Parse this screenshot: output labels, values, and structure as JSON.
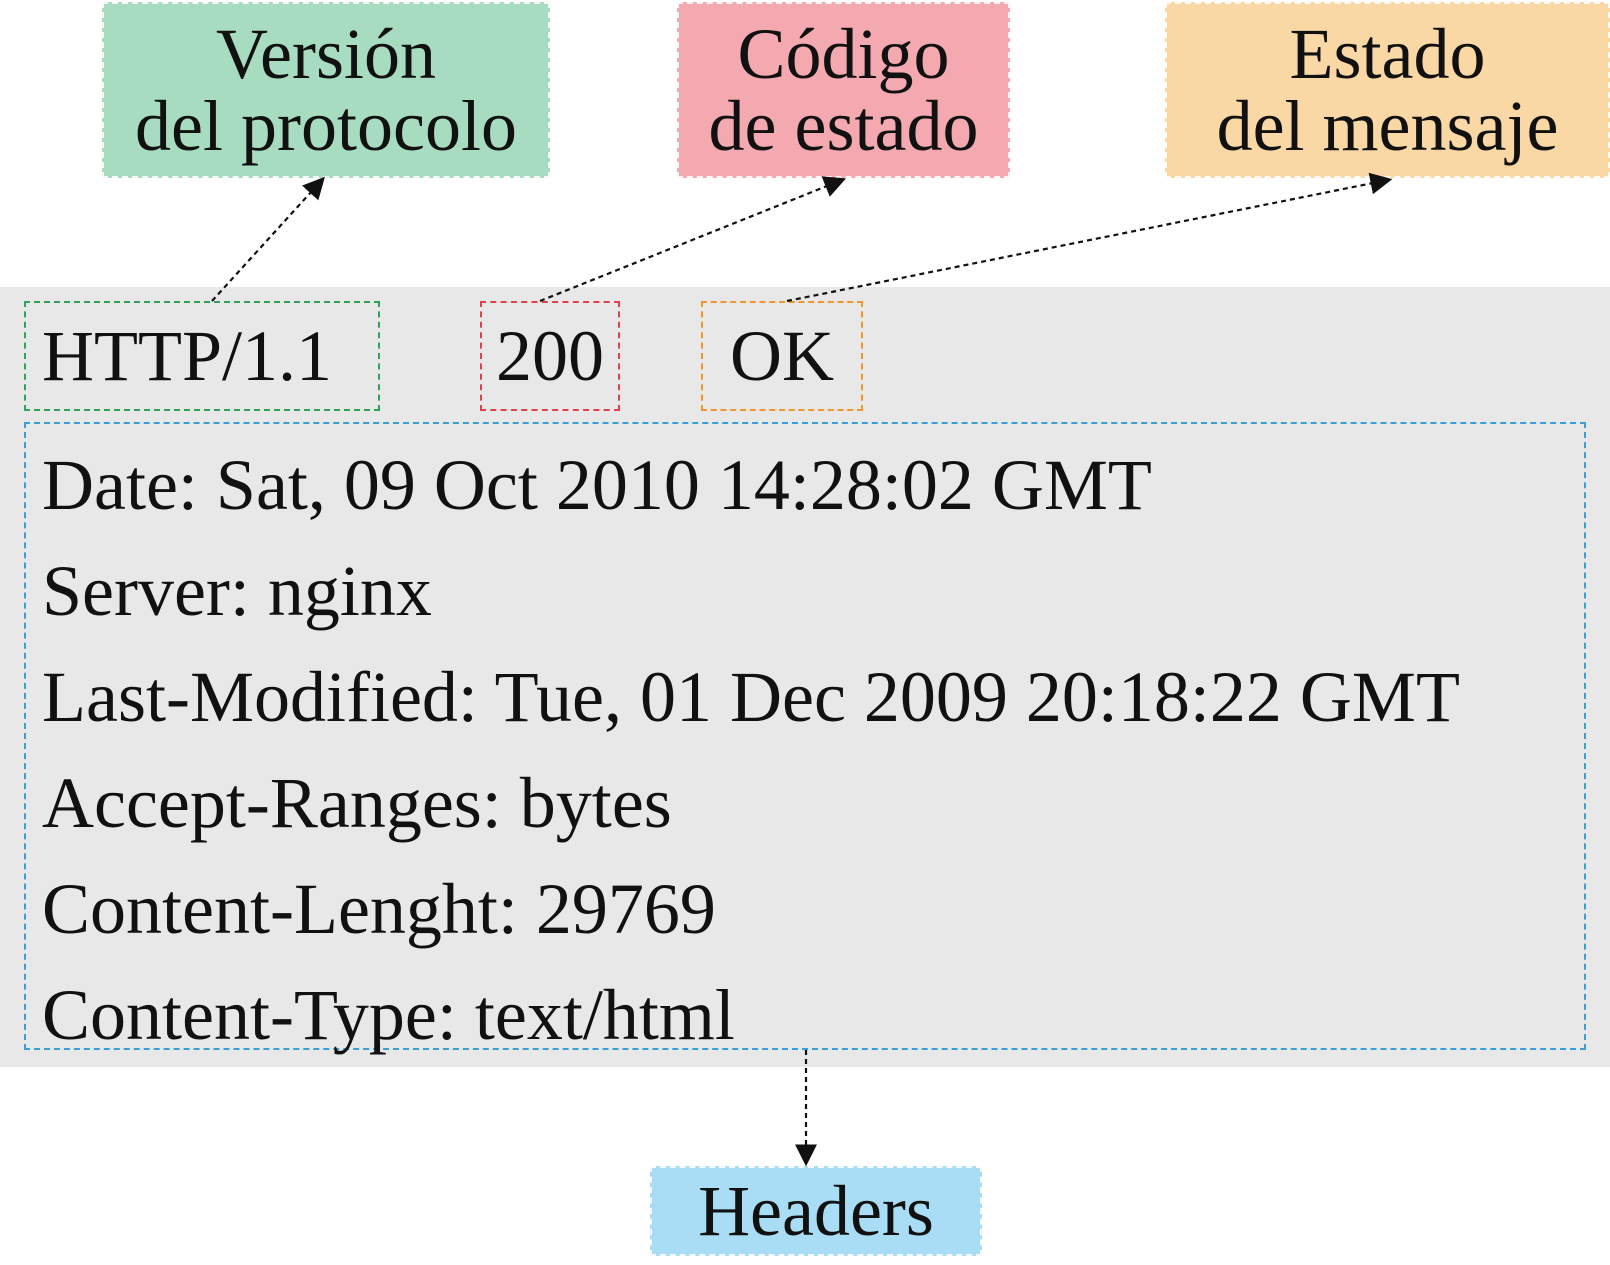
{
  "labels": {
    "version": {
      "line1": "Versión",
      "line2": "del protocolo"
    },
    "status_code": {
      "line1": "Código",
      "line2": "de estado"
    },
    "status_message": {
      "line1": "Estado",
      "line2": "del mensaje"
    },
    "headers": "Headers"
  },
  "status_line": {
    "version": "HTTP/1.1",
    "code": "200",
    "message": "OK"
  },
  "header_lines": [
    "Date: Sat, 09 Oct 2010 14:28:02 GMT",
    "Server: nginx",
    "Last-Modified: Tue, 01 Dec 2009 20:18:22 GMT",
    "Accept-Ranges: bytes",
    "Content-Lenght: 29769",
    "Content-Type: text/html"
  ],
  "colors": {
    "version": "#a8dcc0",
    "status_code": "#f4a9b0",
    "status_message": "#f9d8a6",
    "headers": "#a9ddf5",
    "panel": "#e8e8e8",
    "version_border": "#2fa35a",
    "code_border": "#e0414a",
    "message_border": "#f0962a",
    "headers_border": "#3a9fd8"
  }
}
